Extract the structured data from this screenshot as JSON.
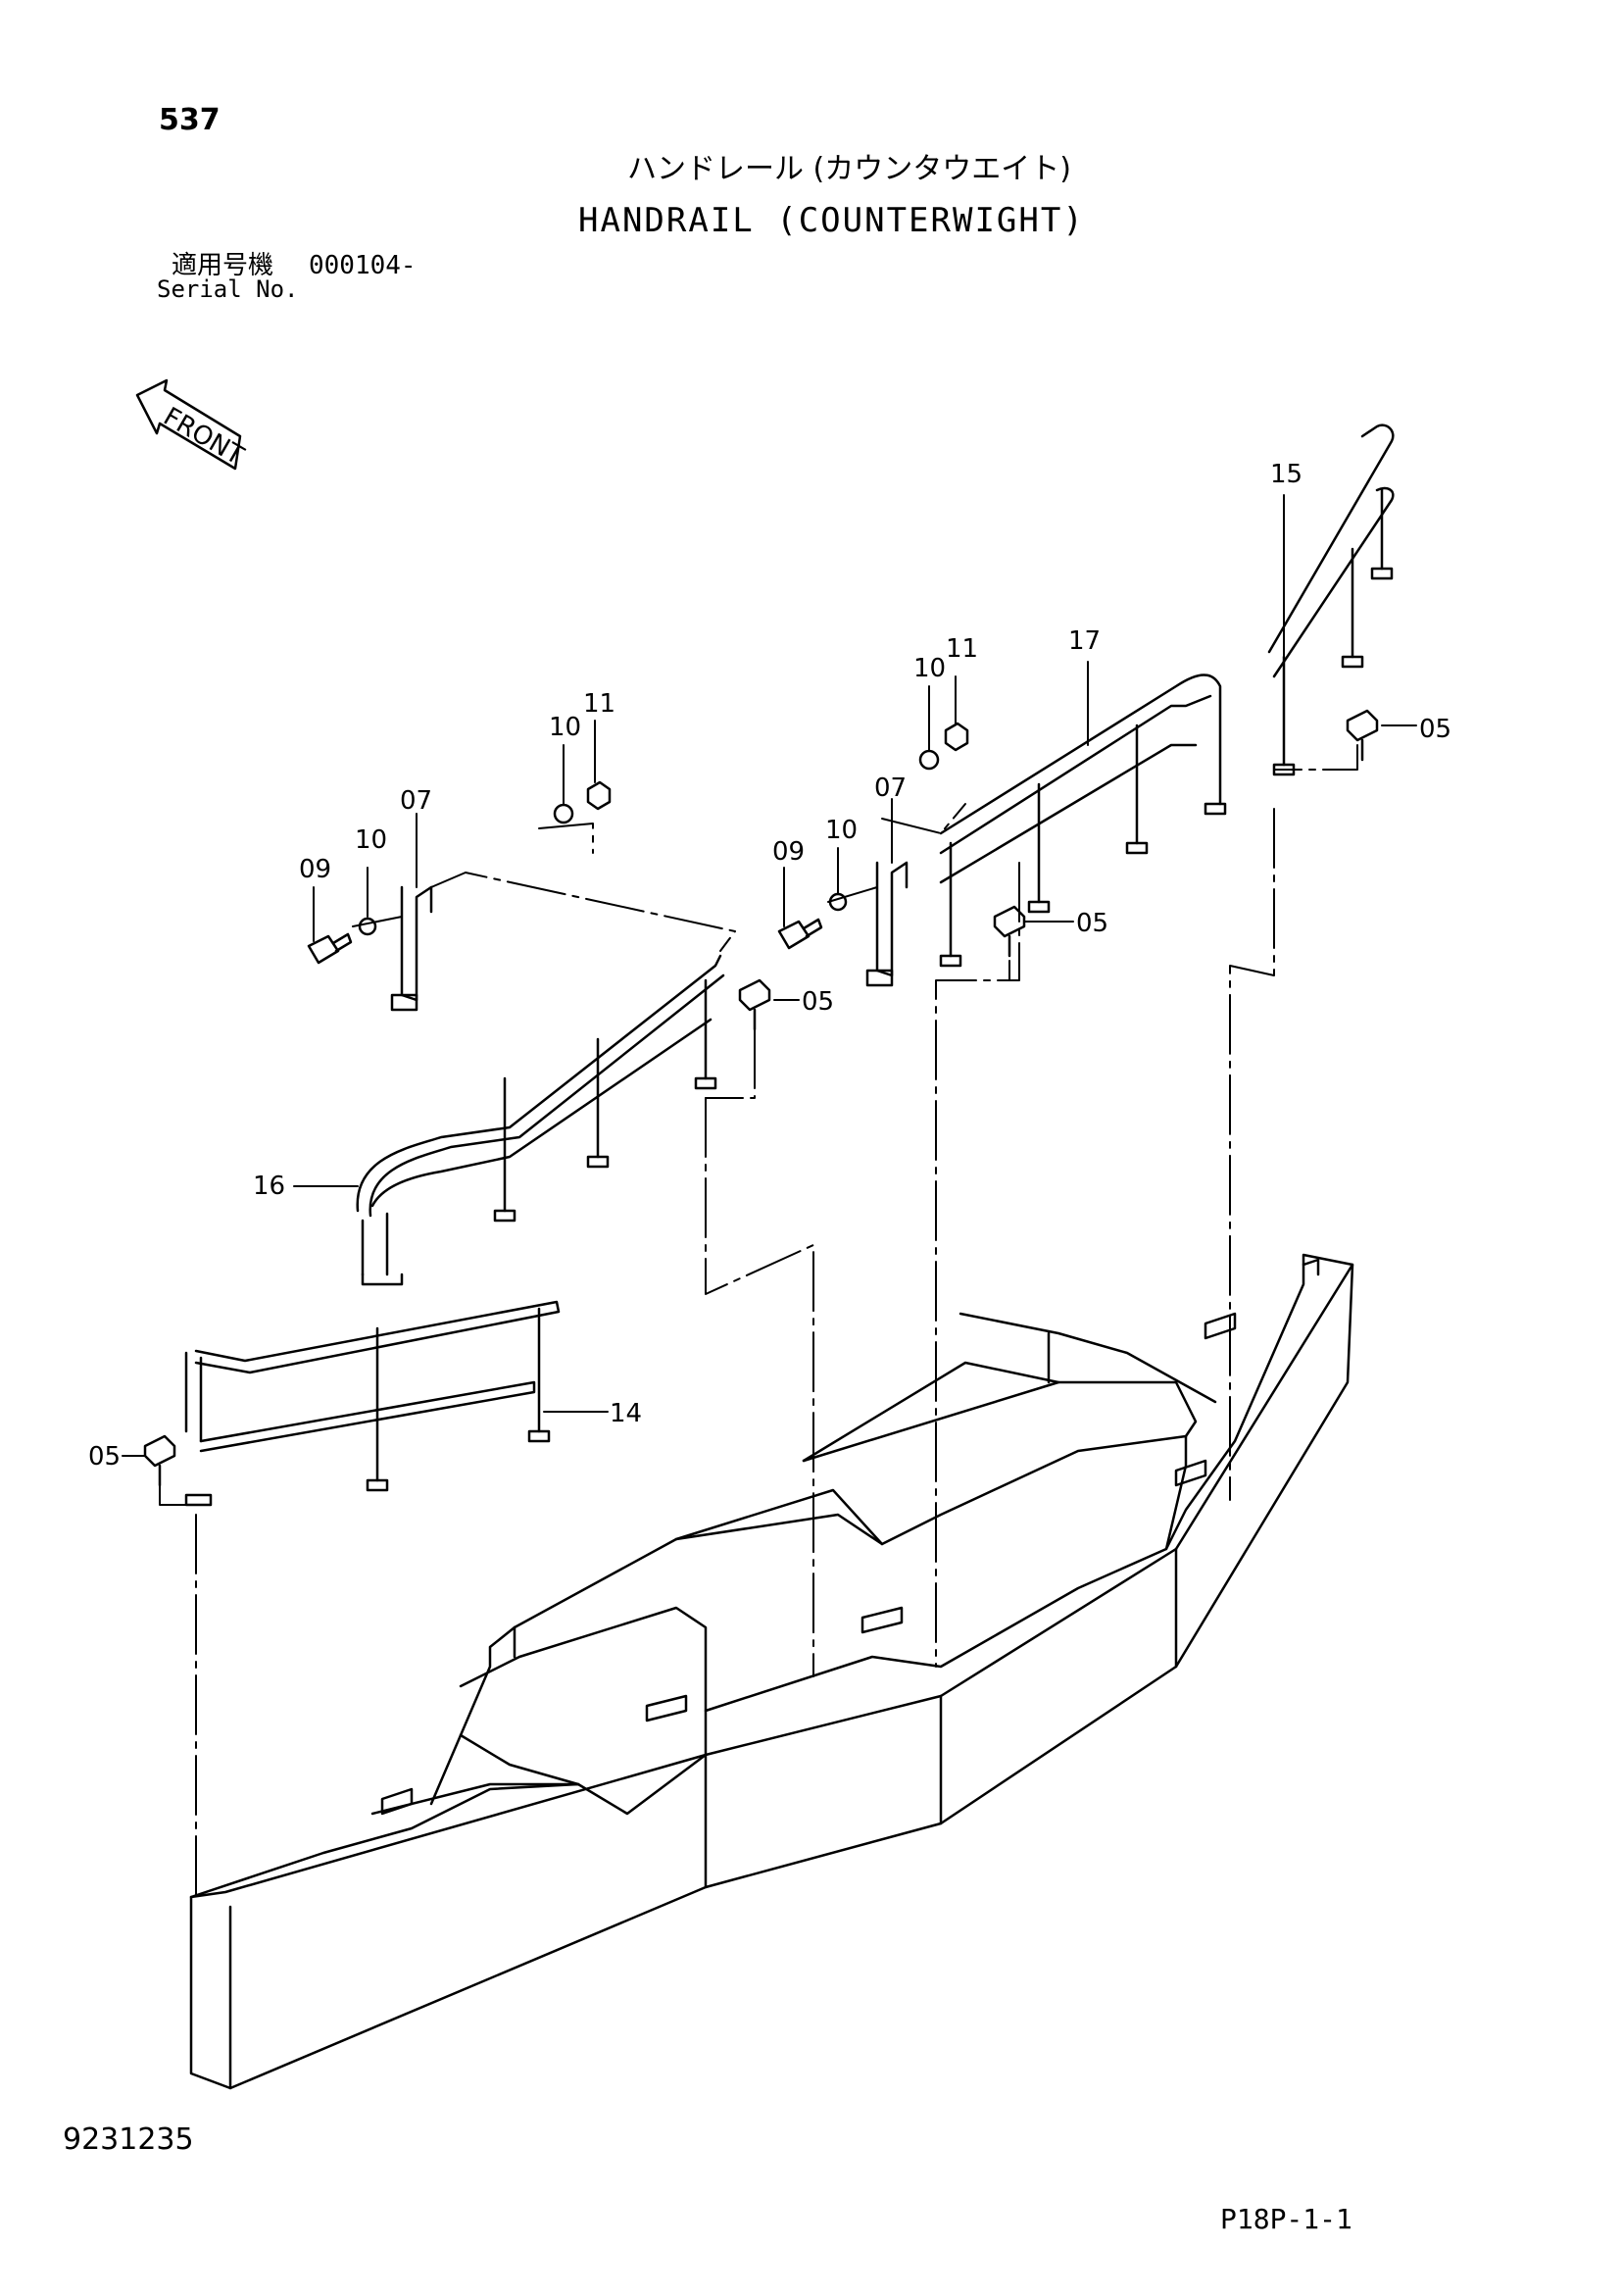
{
  "header": {
    "page_number": "537",
    "title_jp": "ハンドレール (カウンタウエイト)",
    "title_en": "HANDRAIL (COUNTERWIGHT)",
    "serial_label_jp": "適用号機",
    "serial_value": "000104-",
    "serial_label_en": "Serial No."
  },
  "front_arrow": {
    "label": "FRONT"
  },
  "callouts": [
    {
      "id": "c15",
      "label": "15"
    },
    {
      "id": "c17",
      "label": "17"
    },
    {
      "id": "c10a",
      "label": "10"
    },
    {
      "id": "c11a",
      "label": "11"
    },
    {
      "id": "c05a",
      "label": "05"
    },
    {
      "id": "c10b",
      "label": "10"
    },
    {
      "id": "c11b",
      "label": "11"
    },
    {
      "id": "c07a",
      "label": "07"
    },
    {
      "id": "c10c",
      "label": "10"
    },
    {
      "id": "c09a",
      "label": "09"
    },
    {
      "id": "c07b",
      "label": "07"
    },
    {
      "id": "c10d",
      "label": "10"
    },
    {
      "id": "c09b",
      "label": "09"
    },
    {
      "id": "c05b",
      "label": "05"
    },
    {
      "id": "c05c",
      "label": "05"
    },
    {
      "id": "c16",
      "label": "16"
    },
    {
      "id": "c14",
      "label": "14"
    },
    {
      "id": "c05d",
      "label": "05"
    }
  ],
  "footer": {
    "doc_number": "9231235",
    "page_code": "P18P-1-1"
  }
}
